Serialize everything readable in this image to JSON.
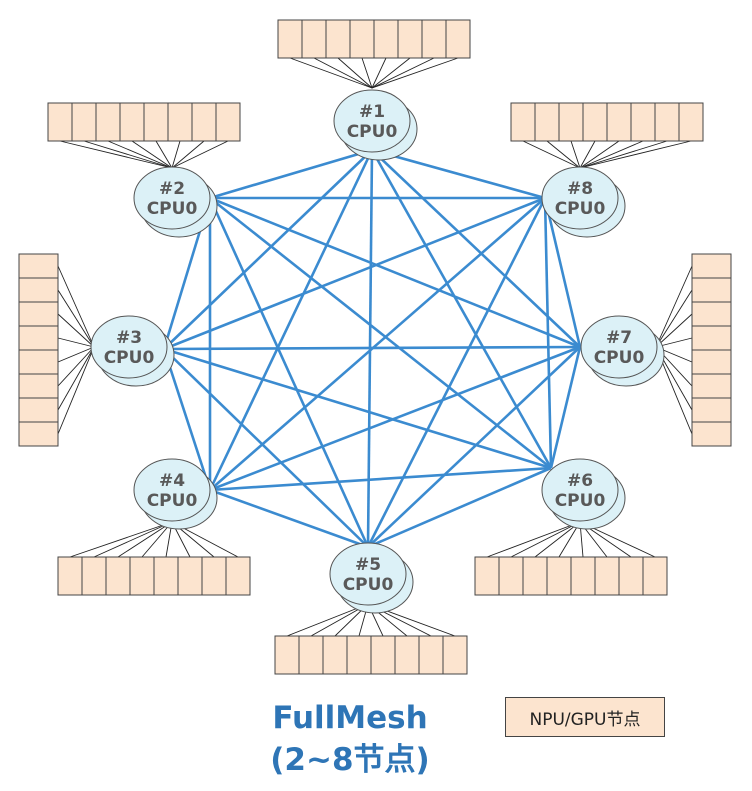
{
  "diagram": {
    "title_line1": "FullMesh",
    "title_line2": "(2~8节点)",
    "legend_label": "NPU/GPU节点",
    "cpu_label": "CPU0",
    "colors": {
      "link": "#3b8bd0",
      "cpu_fill": "#dcf1f7",
      "cpu_stroke": "#555555",
      "npu_fill": "#fce4cf",
      "npu_stroke": "#444444",
      "title": "#2e75b6"
    },
    "nodes": [
      {
        "id": "#1"
      },
      {
        "id": "#2"
      },
      {
        "id": "#3"
      },
      {
        "id": "#4"
      },
      {
        "id": "#5"
      },
      {
        "id": "#6"
      },
      {
        "id": "#7"
      },
      {
        "id": "#8"
      }
    ],
    "npu_per_node": 8
  }
}
